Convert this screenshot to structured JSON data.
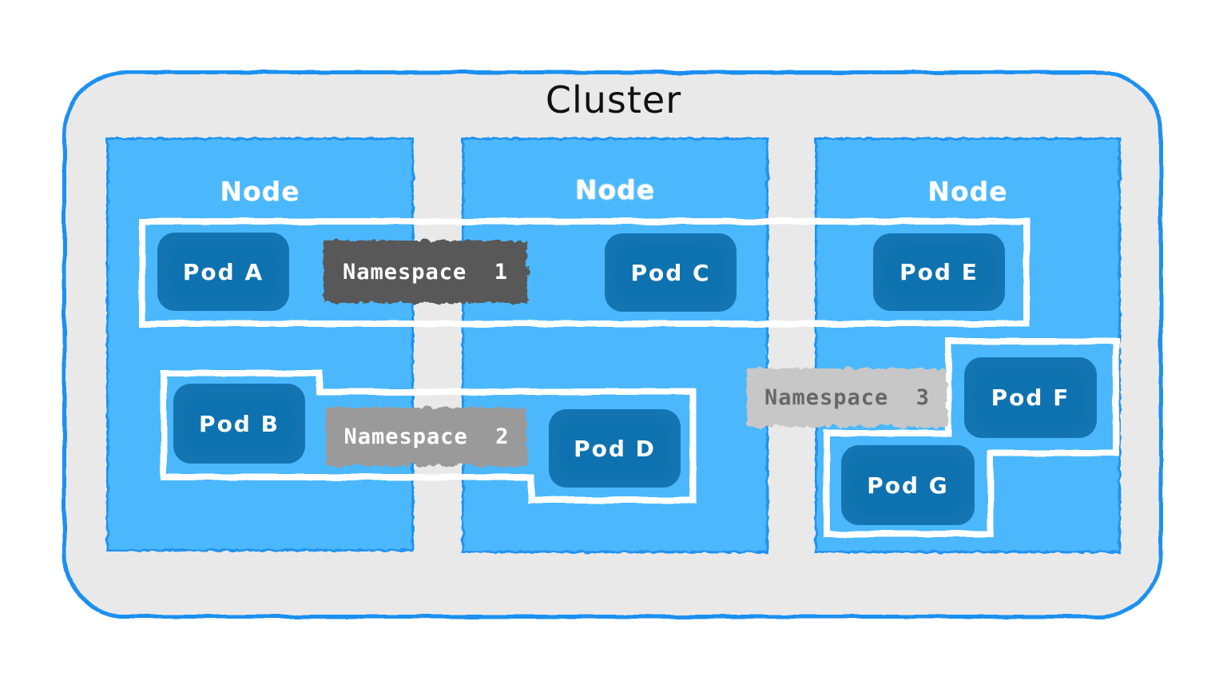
{
  "title": "Cluster",
  "nodes": [
    {
      "label": "Node"
    },
    {
      "label": "Node"
    },
    {
      "label": "Node"
    }
  ],
  "pods": [
    {
      "label": "Pod A"
    },
    {
      "label": "Pod B"
    },
    {
      "label": "Pod C"
    },
    {
      "label": "Pod D"
    },
    {
      "label": "Pod E"
    },
    {
      "label": "Pod F"
    },
    {
      "label": "Pod G"
    }
  ],
  "namespaces": [
    {
      "label": "Namespace  1"
    },
    {
      "label": "Namespace  2"
    },
    {
      "label": "Namespace  3"
    }
  ],
  "colors": {
    "cluster_fill": "#e9e9e9",
    "cluster_border": "#1e90f0",
    "node_fill": "#4cb8fd",
    "node_border": "#2493ee",
    "pod_fill": "#0f72b0",
    "outline": "#ffffff",
    "ns1_bg": "#595959",
    "ns2_bg": "#9a9a9a",
    "ns3_bg": "#c7c7c7",
    "ns3_text": "#686868"
  }
}
